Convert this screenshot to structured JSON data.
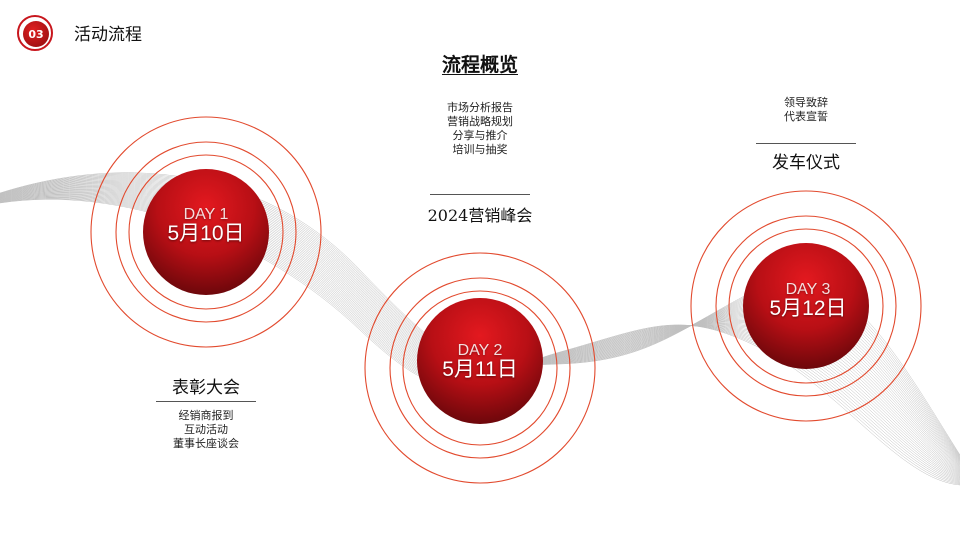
{
  "header": {
    "section_number": "03",
    "title": "活动流程"
  },
  "overview_title": "流程概览",
  "days": [
    {
      "label": "DAY 1",
      "date": "5月10日",
      "event": "表彰大会",
      "items": [
        "经销商报到",
        "互动活动",
        "董事长座谈会"
      ]
    },
    {
      "label": "DAY 2",
      "date": "5月11日",
      "event": "2024营销峰会",
      "items": [
        "市场分析报告",
        "营销战略规划",
        "分享与推介",
        "培训与抽奖"
      ]
    },
    {
      "label": "DAY 3",
      "date": "5月12日",
      "event": "发车仪式",
      "items": [
        "领导致辞",
        "代表宣誓"
      ]
    }
  ],
  "colors": {
    "accent": "#c8161d",
    "ring": "#e24a2e",
    "circle_dark": "#7a0a0e",
    "wave": "#9a9a9a"
  }
}
